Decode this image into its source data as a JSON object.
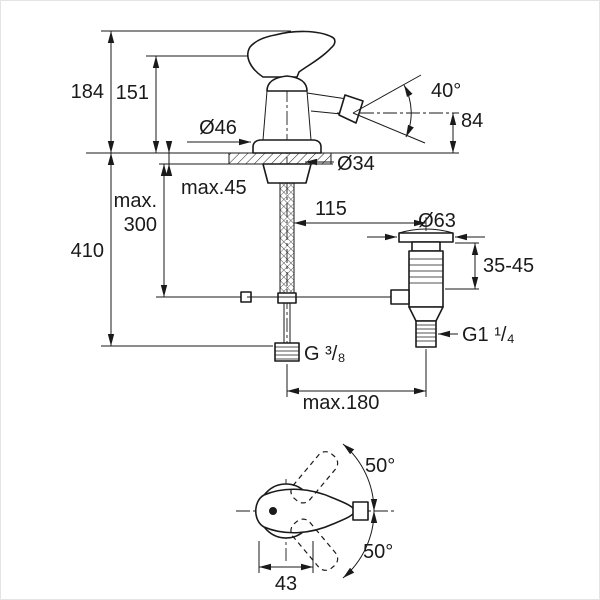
{
  "page": {
    "background": "#ffffff",
    "frame_color": "#e4e4e4"
  },
  "drawing": {
    "type": "technical-dimension-drawing",
    "subject": "single-lever bidet faucet with pop-up waste, elevation and plan views",
    "colors": {
      "line": "#1a1a1a",
      "fill": "#ffffff"
    },
    "labels": {
      "d184": "184",
      "d151": "151",
      "d46": "Ø46",
      "d40": "40°",
      "d84": "84",
      "d34": "Ø34",
      "dmax45": "max.45",
      "dmax300a": "max.",
      "dmax300b": "300",
      "d410": "410",
      "d115": "115",
      "d63": "Ø63",
      "d3545": "35-45",
      "dG114": "G1 ¹/₄",
      "dG38": "G ³/₈",
      "dmax180": "max.180",
      "d50top": "50°",
      "d50bottom": "50°",
      "d43": "43"
    }
  }
}
